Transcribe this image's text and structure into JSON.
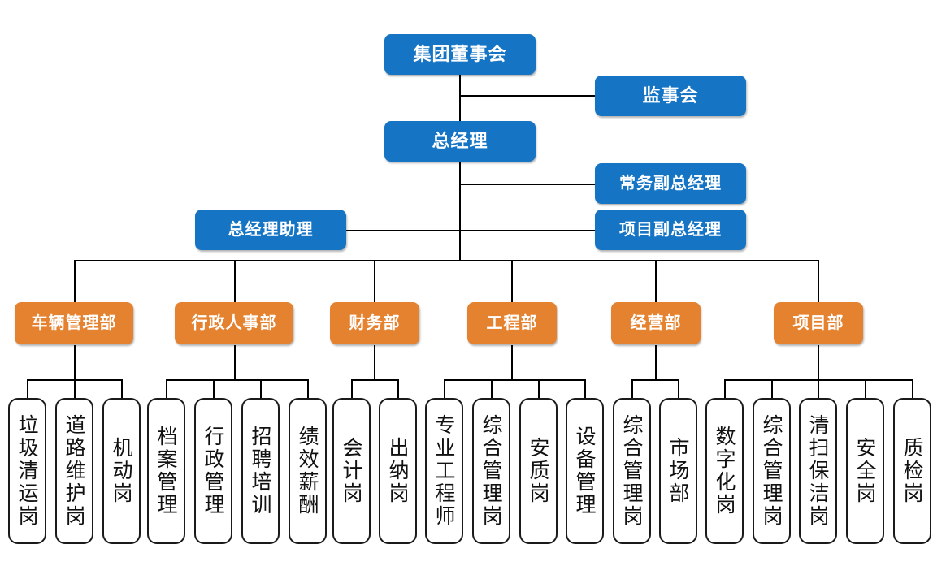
{
  "theme": {
    "blue": "#1574C4",
    "orange": "#E5822F",
    "line": "#000000",
    "leaf_border": "#1a1a1a",
    "background": "#ffffff",
    "node_text": "#ffffff",
    "leaf_text": "#111111"
  },
  "top": {
    "board": "集团董事会",
    "supervisory": "监事会",
    "general_manager": "总经理",
    "exec_deputy": "常务副总经理",
    "project_deputy": "项目副总经理",
    "gm_assistant": "总经理助理"
  },
  "departments": [
    {
      "name": "车辆管理部",
      "roles": [
        "垃圾清运岗",
        "道路维护岗",
        "机动岗"
      ]
    },
    {
      "name": "行政人事部",
      "roles": [
        "档案管理",
        "行政管理",
        "招聘培训",
        "绩效薪酬"
      ]
    },
    {
      "name": "财务部",
      "roles": [
        "会计岗",
        "出纳岗"
      ]
    },
    {
      "name": "工程部",
      "roles": [
        "专业工程师",
        "综合管理岗",
        "安质岗",
        "设备管理"
      ]
    },
    {
      "name": "经营部",
      "roles": [
        "综合管理岗",
        "市场部"
      ]
    },
    {
      "name": "项目部",
      "roles": [
        "数字化岗",
        "综合管理岗",
        "清扫保洁岗",
        "安全岗",
        "质检岗"
      ]
    }
  ]
}
